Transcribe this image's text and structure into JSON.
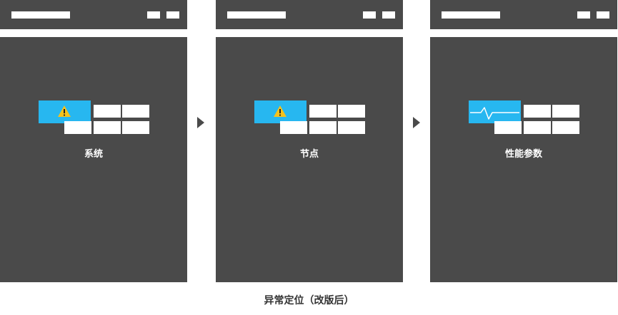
{
  "panels": [
    {
      "label": "系统",
      "icon": "warning-icon"
    },
    {
      "label": "节点",
      "icon": "warning-icon"
    },
    {
      "label": "性能参数",
      "icon": "pulse-icon"
    }
  ],
  "caption": "异常定位（改版后）",
  "colors": {
    "panel": "#4a4a4a",
    "highlight": "#27b7f0",
    "warning": "#f5c21b",
    "cell": "#ffffff"
  }
}
